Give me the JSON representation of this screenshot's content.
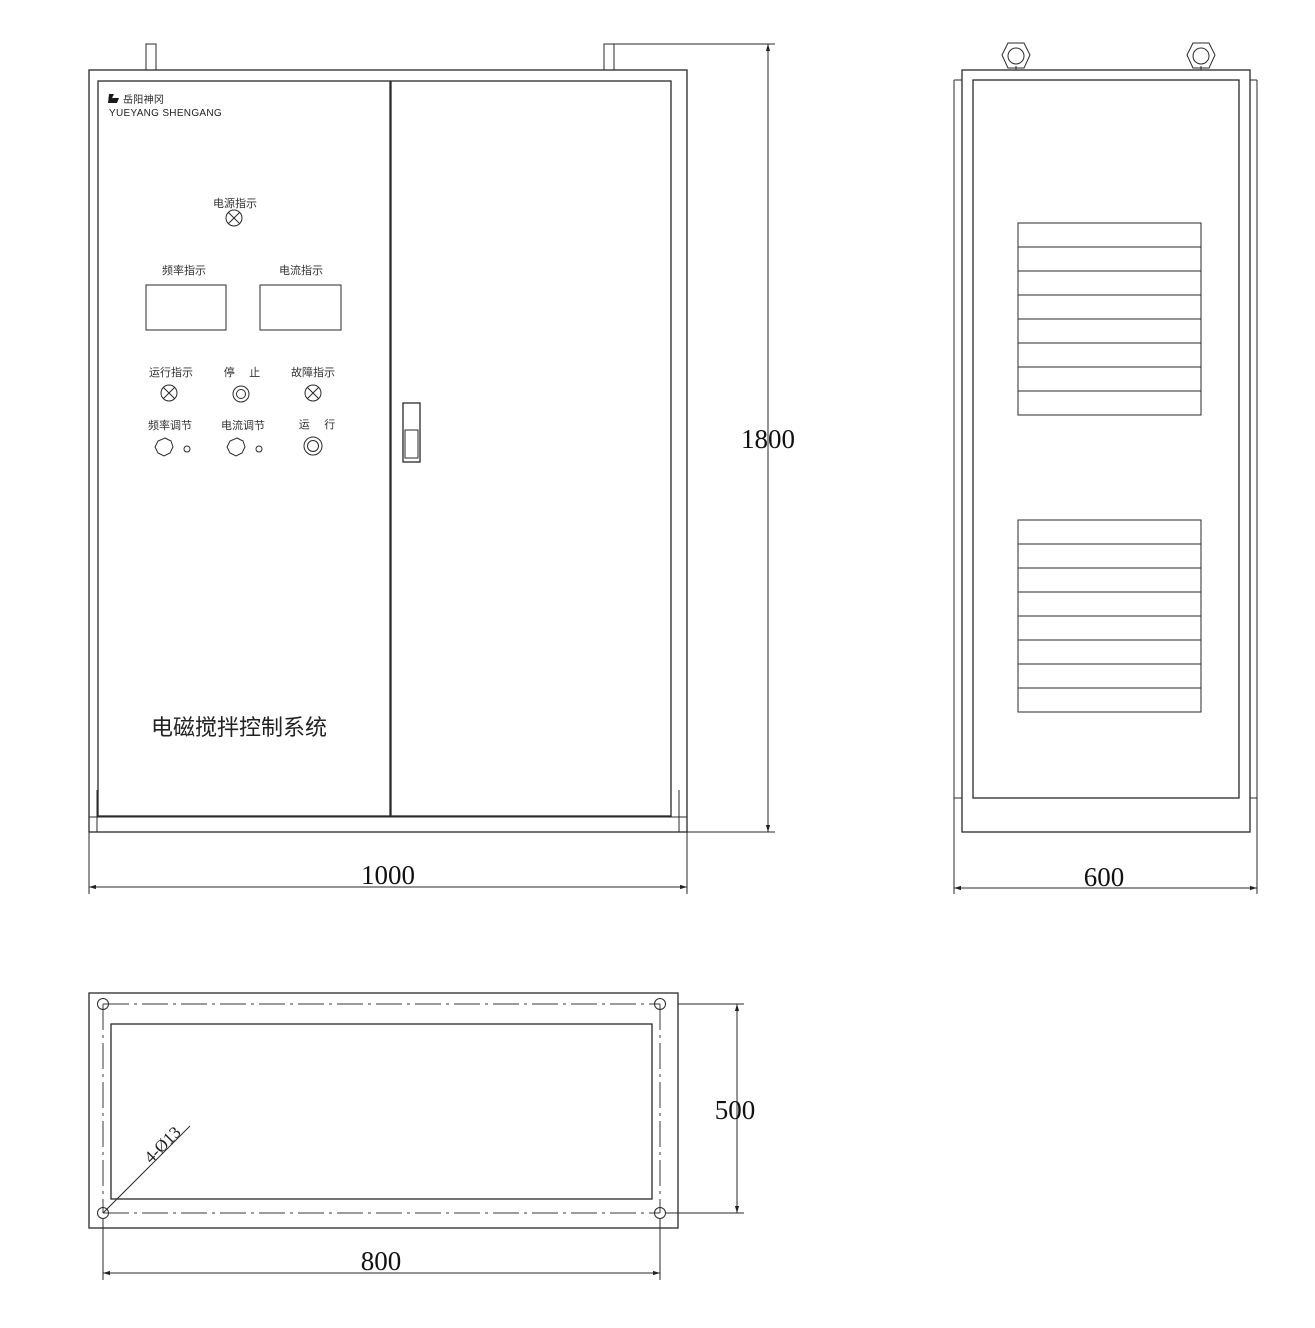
{
  "front_view": {
    "brand_cn": "岳阳神冈",
    "brand_en": "YUEYANG SHENGANG",
    "power_indicator": "电源指示",
    "freq_indicator": "频率指示",
    "current_indicator": "电流指示",
    "run_indicator": "运行指示",
    "stop_button": "停　 止",
    "fault_indicator": "故障指示",
    "freq_adjust": "频率调节",
    "current_adjust": "电流调节",
    "run_button": "运　 行",
    "panel_title": "电磁搅拌控制系统"
  },
  "dimensions": {
    "width": "1000",
    "height": "1800",
    "depth": "600",
    "base_length": "800",
    "base_width": "500",
    "hole_spec": "4-Ø13"
  },
  "colors": {
    "line": "#2a2a2a",
    "background": "#ffffff"
  }
}
